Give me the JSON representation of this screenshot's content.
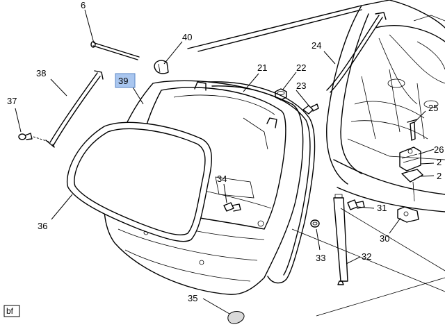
{
  "callouts": [
    {
      "id": "c6",
      "text": "6"
    },
    {
      "id": "c40",
      "text": "40"
    },
    {
      "id": "c21",
      "text": "21"
    },
    {
      "id": "c22",
      "text": "22"
    },
    {
      "id": "c23",
      "text": "23"
    },
    {
      "id": "c24",
      "text": "24"
    },
    {
      "id": "c25",
      "text": "25"
    },
    {
      "id": "c26",
      "text": "26"
    },
    {
      "id": "c27a",
      "text": "2"
    },
    {
      "id": "c27b",
      "text": "2"
    },
    {
      "id": "c38",
      "text": "38"
    },
    {
      "id": "c39",
      "text": "39"
    },
    {
      "id": "c37",
      "text": "37"
    },
    {
      "id": "c34",
      "text": "34"
    },
    {
      "id": "c31",
      "text": "31"
    },
    {
      "id": "c30",
      "text": "30"
    },
    {
      "id": "c36",
      "text": "36"
    },
    {
      "id": "c33",
      "text": "33"
    },
    {
      "id": "c32",
      "text": "32"
    },
    {
      "id": "c35",
      "text": "35"
    }
  ],
  "highlight_callout": "39",
  "highlight_color": "#a9c6ef",
  "corner_tag": "bf"
}
